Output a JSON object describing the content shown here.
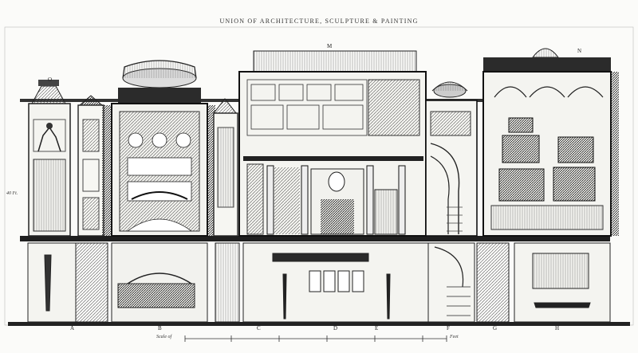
{
  "plate": {
    "title": "UNION OF ARCHITECTURE, SCULPTURE & PAINTING",
    "section_letters": [
      "O",
      "M",
      "N"
    ],
    "floor_letters": [
      "A",
      "B",
      "C",
      "D",
      "E",
      "F",
      "G",
      "H"
    ],
    "scale_label": "Scale of",
    "scale_unit": "Feet",
    "height_label": "40 Ft."
  }
}
